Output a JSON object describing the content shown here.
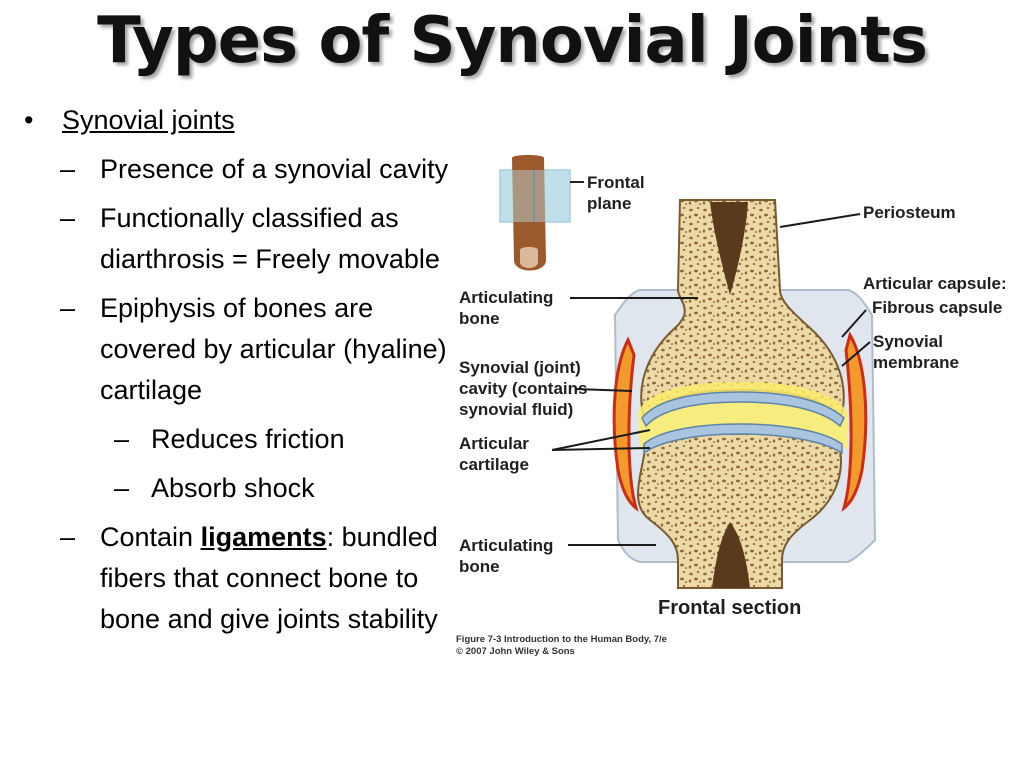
{
  "slide": {
    "title": "Types of Synovial Joints",
    "bullet_top": "Synovial joints",
    "items": [
      "Presence of a synovial cavity",
      "Functionally classified as diarthrosis = Freely movable",
      "Epiphysis of bones are covered by articular (hyaline) cartilage"
    ],
    "sub_items": [
      "Reduces friction",
      "Absorb shock"
    ],
    "ligament_prefix": "Contain ",
    "ligament_term": "ligaments",
    "ligament_rest": ": bundled fibers that connect bone to bone and give joints stability"
  },
  "figure": {
    "labels": {
      "frontal_plane_1": "Frontal",
      "frontal_plane_2": "plane",
      "periosteum": "Periosteum",
      "articular_capsule": "Articular capsule:",
      "fibrous_capsule": "Fibrous capsule",
      "synovial_membrane_1": "Synovial",
      "synovial_membrane_2": "membrane",
      "articulating_bone_top_1": "Articulating",
      "articulating_bone_top_2": "bone",
      "synovial_cavity_1": "Synovial (joint)",
      "synovial_cavity_2": "cavity (contains",
      "synovial_cavity_3": "synovial fluid)",
      "articular_cartilage_1": "Articular",
      "articular_cartilage_2": "cartilage",
      "articulating_bone_bottom_1": "Articulating",
      "articulating_bone_bottom_2": "bone",
      "caption": "Frontal section",
      "credit_1": "Figure 7-3  Introduction to the Human Body, 7/e",
      "credit_2": "© 2007 John Wiley & Sons"
    },
    "colors": {
      "bone": "#edd9a5",
      "bone_pore": "#8a6b3f",
      "marrow": "#5a3a1c",
      "cartilage_blue": "#a9c4df",
      "synovial_yellow": "#fbec6a",
      "capsule_red": "#cc2b16",
      "capsule_orange": "#f29a2c",
      "finger_box": "#bfe1e8",
      "finger": "#9a5a2c"
    }
  }
}
